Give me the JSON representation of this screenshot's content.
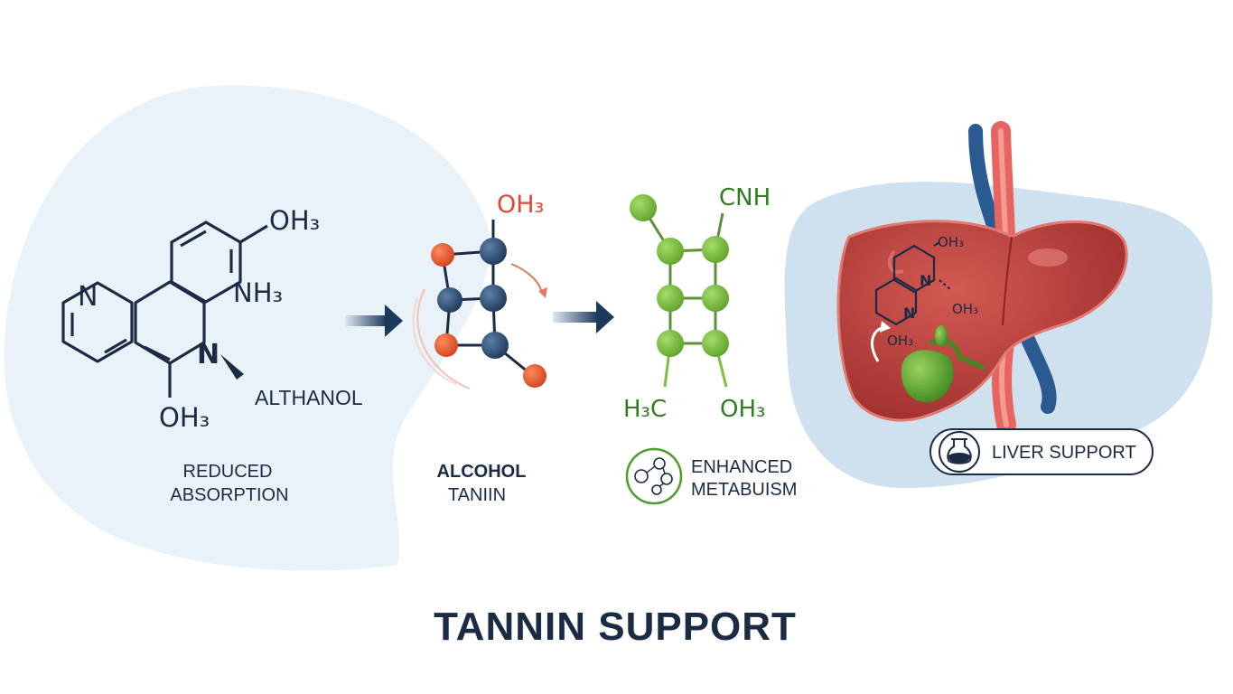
{
  "colors": {
    "navy": "#1b2b44",
    "red": "#d94a3a",
    "green": "#2f7d1f",
    "green_atom": "#7cbf3f",
    "blue_atom": "#2e4f78",
    "liver": "#b53a3a",
    "blob": "#e8f1f8",
    "liver_blob": "#cfe0ef"
  },
  "molecule_left": {
    "label_n1": "N",
    "label_oh3_top": "OH₃",
    "label_nh3": "NH₃",
    "label_n2": "N",
    "label_oh3_bottom": "OH₃",
    "label_althanol": "ALTHANOL"
  },
  "caption_left": {
    "line1": "REDUCED",
    "line2": "ABSORPTION"
  },
  "molecule_middle": {
    "label_oh3": "OH₃"
  },
  "caption_middle": {
    "line1": "ALCOHOL",
    "line2": "TANIIN"
  },
  "molecule_green": {
    "label_cnh": "CNH",
    "label_h3c": "H₃C",
    "label_oh3": "OH₃"
  },
  "caption_green": {
    "line1": "ENHANCED",
    "line2": "METABUISM",
    "icon": "metabolism-icon"
  },
  "liver": {
    "label_oh3_a": "OH₃",
    "label_n_a": "N",
    "label_oh3_b": "OH₃",
    "label_n_b": "N",
    "label_oh3_c": "OH₃"
  },
  "badge": {
    "label": "LIVER SUPPORT",
    "icon": "flask-icon"
  },
  "title": "TANNIN SUPPORT"
}
